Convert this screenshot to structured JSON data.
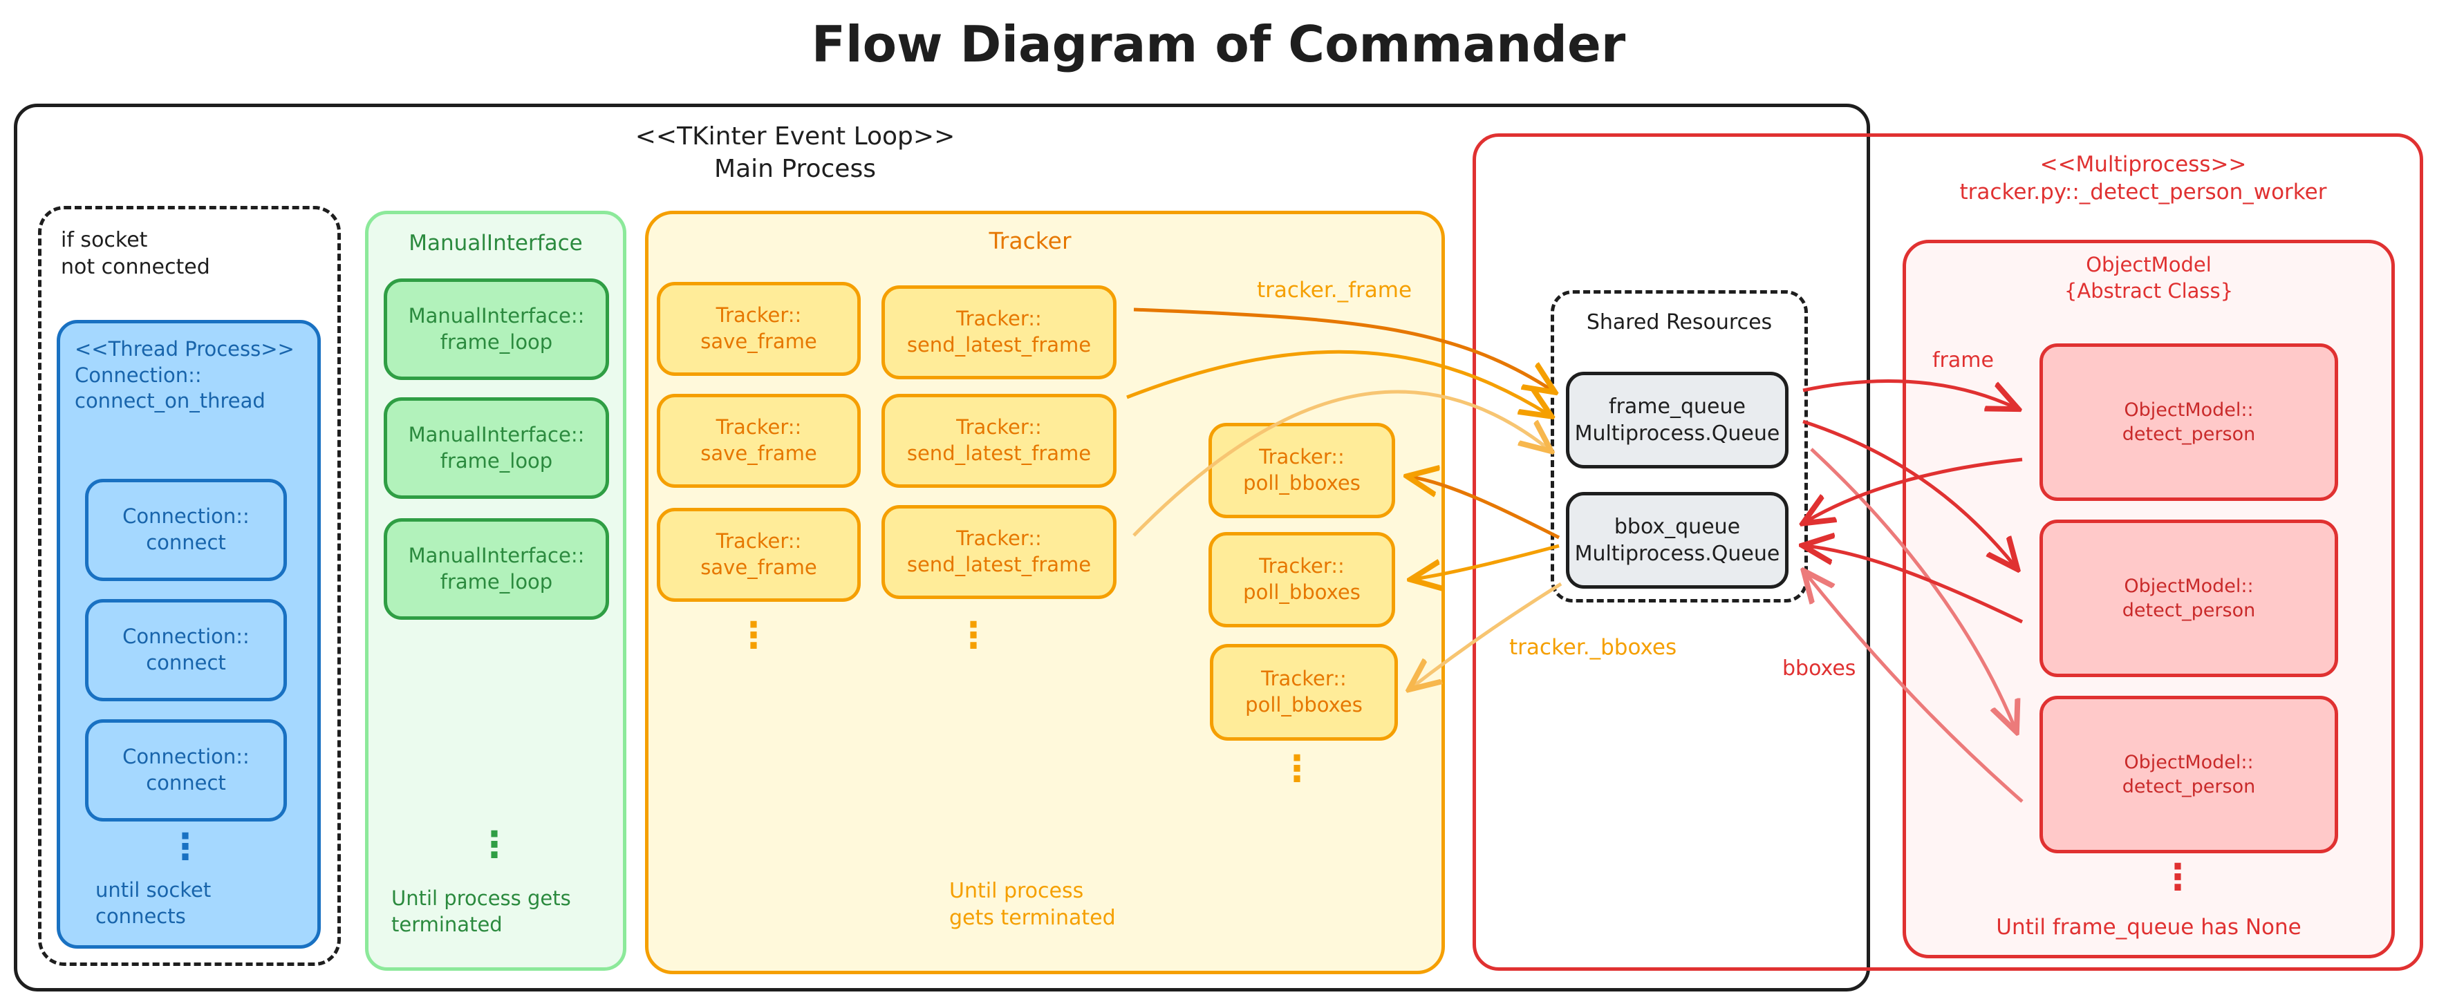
{
  "title": "Flow Diagram of Commander",
  "main_process": {
    "label_line1": "<<TKinter Event Loop>>",
    "label_line2": "Main Process"
  },
  "socket_group": {
    "label_line1": "if socket",
    "label_line2": "not connected",
    "thread": {
      "label_line1": "<<Thread Process>>",
      "label_line2": "Connection::",
      "label_line3": "connect_on_thread",
      "nodes": [
        {
          "line1": "Connection::",
          "line2": "connect"
        },
        {
          "line1": "Connection::",
          "line2": "connect"
        },
        {
          "line1": "Connection::",
          "line2": "connect"
        }
      ],
      "more": "⋮",
      "footer_line1": "until socket",
      "footer_line2": "connects"
    }
  },
  "manual_interface": {
    "label": "ManualInterface",
    "nodes": [
      {
        "line1": "ManualInterface::",
        "line2": "frame_loop"
      },
      {
        "line1": "ManualInterface::",
        "line2": "frame_loop"
      },
      {
        "line1": "ManualInterface::",
        "line2": "frame_loop"
      }
    ],
    "more": "⋮",
    "footer_line1": "Until process gets",
    "footer_line2": "terminated"
  },
  "tracker": {
    "label": "Tracker",
    "save_nodes": [
      {
        "line1": "Tracker::",
        "line2": "save_frame"
      },
      {
        "line1": "Tracker::",
        "line2": "save_frame"
      },
      {
        "line1": "Tracker::",
        "line2": "save_frame"
      }
    ],
    "send_nodes": [
      {
        "line1": "Tracker::",
        "line2": "send_latest_frame"
      },
      {
        "line1": "Tracker::",
        "line2": "send_latest_frame"
      },
      {
        "line1": "Tracker::",
        "line2": "send_latest_frame"
      }
    ],
    "poll_nodes": [
      {
        "line1": "Tracker::",
        "line2": "poll_bboxes"
      },
      {
        "line1": "Tracker::",
        "line2": "poll_bboxes"
      },
      {
        "line1": "Tracker::",
        "line2": "poll_bboxes"
      }
    ],
    "more": "⋮",
    "frame_label": "tracker._frame",
    "bboxes_label": "tracker._bboxes",
    "footer_line1": "Until process",
    "footer_line2": "gets terminated"
  },
  "shared_resources": {
    "label": "Shared Resources",
    "frame_queue": {
      "line1": "frame_queue",
      "line2": "Multiprocess.Queue"
    },
    "bbox_queue": {
      "line1": "bbox_queue",
      "line2": "Multiprocess.Queue"
    }
  },
  "multiprocess": {
    "label_line1": "<<Multiprocess>>",
    "label_line2": "tracker.py::_detect_person_worker",
    "frame_label": "frame",
    "bboxes_label": "bboxes",
    "object_model": {
      "label_line1": "ObjectModel",
      "label_line2": "{Abstract Class}",
      "nodes": [
        {
          "line1": "ObjectModel::",
          "line2": "detect_person"
        },
        {
          "line1": "ObjectModel::",
          "line2": "detect_person"
        },
        {
          "line1": "ObjectModel::",
          "line2": "detect_person"
        }
      ],
      "more": "⋮",
      "footer": "Until frame_queue has None"
    }
  },
  "colors": {
    "black": "#1e1e1e",
    "blue_fill": "#a5d8ff",
    "blue_stroke": "#1971c2",
    "blue_text": "#1864ab",
    "green_fill": "#b2f2bb",
    "green_stroke": "#2f9e44",
    "green_text": "#2b8a3e",
    "green_bg": "#ebfbee",
    "orange_fill": "#ffec99",
    "orange_stroke": "#f59f00",
    "orange_text": "#e67700",
    "orange_bg": "#fff9db",
    "gray_fill": "#e9ecef",
    "red_fill": "#ffc9c9",
    "red_stroke": "#e03131",
    "red_text": "#c92a2a",
    "red_bg": "#fff5f5"
  }
}
